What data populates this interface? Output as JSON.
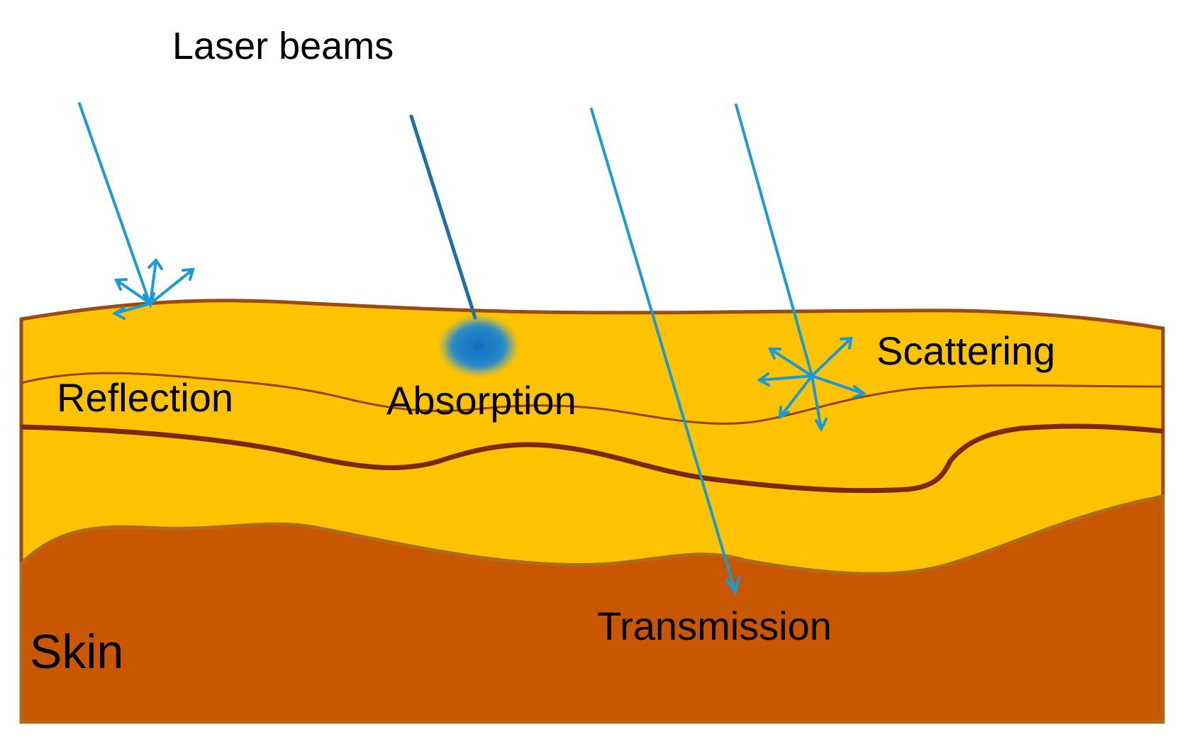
{
  "labels": {
    "title": "Laser beams",
    "reflection": "Reflection",
    "absorption": "Absorption",
    "scattering": "Scattering",
    "transmission": "Transmission",
    "skin": "Skin"
  },
  "colors": {
    "background": "#ffffff",
    "epidermis": "#fec300",
    "dermis": "#c85700",
    "layer_line": "#8a3a10",
    "dermis_edge": "#a8641a",
    "beam": "#1a9ad9",
    "absorption_spot": "#1a7cc4"
  }
}
